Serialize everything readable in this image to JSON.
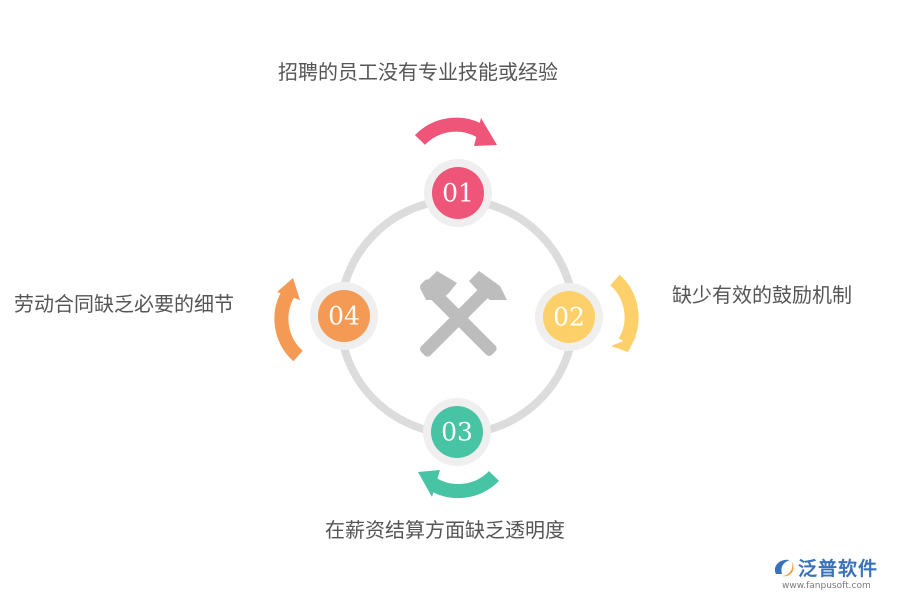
{
  "items": [
    {
      "number": "01",
      "text": "招聘的员工没有专业技能或经验",
      "color": "#ee5579"
    },
    {
      "number": "02",
      "text": "缺少有效的鼓励机制",
      "color": "#fdd06a"
    },
    {
      "number": "03",
      "text": "在薪资结算方面缺乏透明度",
      "color": "#47c4a3"
    },
    {
      "number": "04",
      "text": "劳动合同缺乏必要的细节",
      "color": "#f59a54"
    }
  ],
  "center_icon": "crossed-hammers-icon",
  "ring_color": "#dcdcdc",
  "brand": {
    "name": "泛普软件",
    "url": "www.fanpusoft.com",
    "logo_icon": "fanpu-logo-icon"
  }
}
